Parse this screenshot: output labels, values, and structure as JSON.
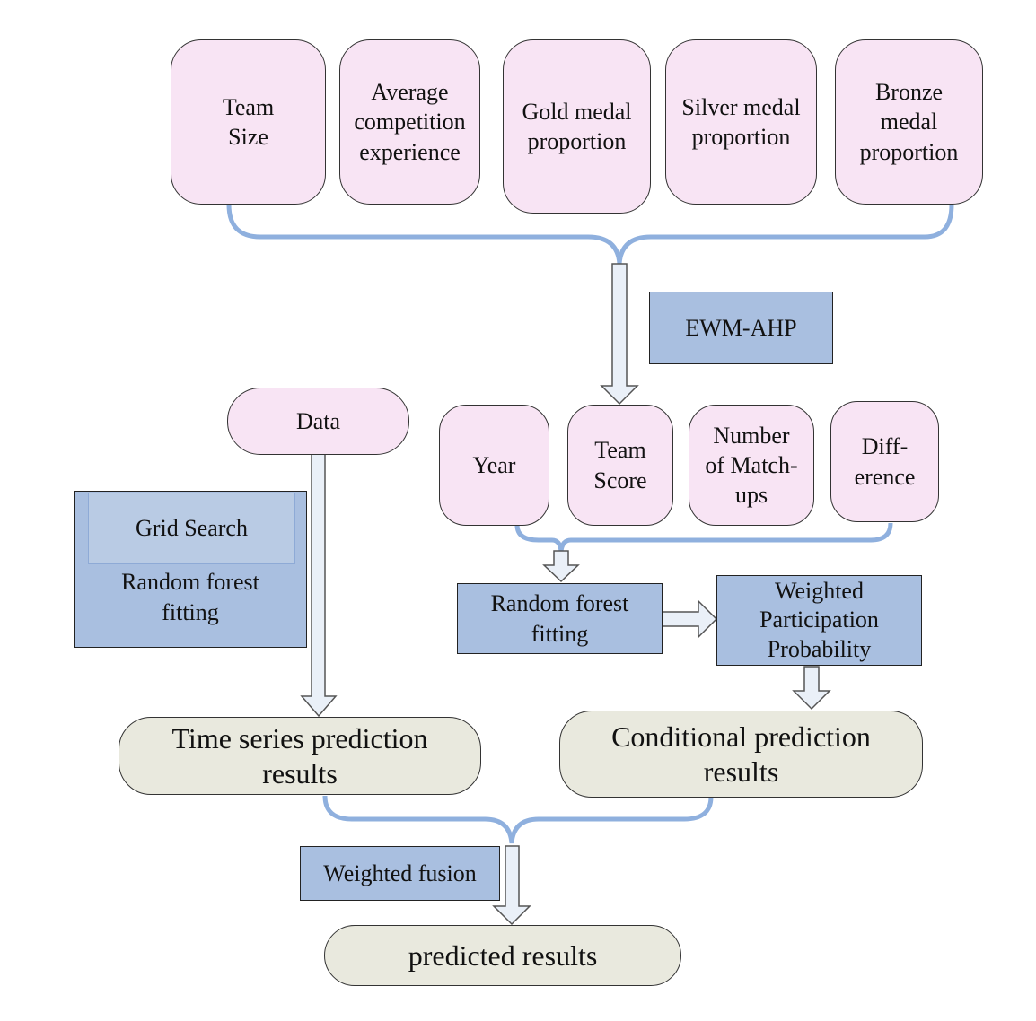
{
  "diagram": {
    "top_factors": [
      {
        "label": "Team\nSize"
      },
      {
        "label": "Average\ncompetition\nexperience"
      },
      {
        "label": "Gold medal\nproportion"
      },
      {
        "label": "Silver medal\nproportion"
      },
      {
        "label": "Bronze\nmedal\nproportion"
      }
    ],
    "weighting_method": "EWM-AHP",
    "features": [
      {
        "label": "Year"
      },
      {
        "label": "Team\nScore"
      },
      {
        "label": "Number\nof Match-\nups"
      },
      {
        "label": "Diff-\nerence"
      }
    ],
    "data_node": "Data",
    "grid_search": "Grid Search",
    "left_model": "Random forest\nfitting",
    "right_model": "Random forest\nfitting",
    "weighted_prob": "Weighted\nParticipation\nProbability",
    "time_series_results": "Time series prediction\nresults",
    "conditional_results": "Conditional prediction\nresults",
    "fusion": "Weighted fusion",
    "final": "predicted results",
    "colors": {
      "factor_fill": "#f8e4f4",
      "process_fill": "#a9bfe0",
      "result_fill": "#e9e9de",
      "connector": "#8fb0de",
      "arrow_fill": "#eaf0f8"
    }
  }
}
